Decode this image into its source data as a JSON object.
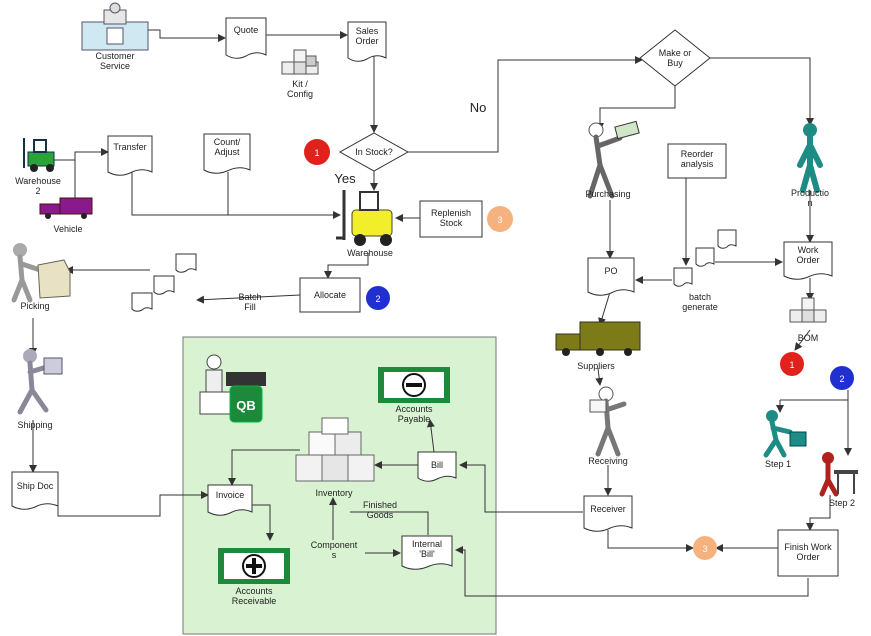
{
  "nodes": {
    "customer_service": "Customer\nService",
    "quote": "Quote",
    "sales_order": "Sales\nOrder",
    "kit_config": "Kit /\nConfig",
    "make_or_buy": "Make or\nBuy",
    "no_label": "No",
    "yes_label": "Yes",
    "in_stock": "In Stock?",
    "warehouse2": "Warehouse\n2",
    "vehicle": "Vehicle",
    "transfer": "Transfer",
    "count_adjust": "Count/\nAdjust",
    "warehouse": "Warehouse",
    "replenish_stock": "Replenish\nStock",
    "purchasing": "Purchasing",
    "reorder_analysis": "Reorder\nanalysis",
    "production": "Productio\nn",
    "picking": "Picking",
    "batch_fill": "Batch\nFill",
    "allocate": "Allocate",
    "po": "PO",
    "batch_generate": "batch\ngenerate",
    "work_order": "Work\nOrder",
    "bom": "BOM",
    "suppliers": "Suppliers",
    "shipping": "Shipping",
    "accounts_payable": "Accounts\nPayable",
    "receiving": "Receiving",
    "step1": "Step 1",
    "step2": "Step 2",
    "bill": "Bill",
    "inventory": "Inventory",
    "ship_doc": "Ship Doc",
    "invoice": "Invoice",
    "finished_goods": "Finished\nGoods",
    "receiver": "Receiver",
    "components": "Component\ns",
    "internal_bill": "Internal\n'Bill'",
    "finish_work_order": "Finish Work\nOrder",
    "accounts_receivable": "Accounts\nReceivable",
    "qb_logo": "QB"
  },
  "markers": {
    "m1_a": "1",
    "m2_a": "2",
    "m3_a": "3",
    "m1_b": "1",
    "m2_b": "2",
    "m3_b": "3"
  },
  "colors": {
    "marker_red": "#e0211c",
    "marker_blue": "#1f2fd0",
    "marker_orange": "#f5b27e",
    "accounting_panel": "#d9f3d2",
    "money_green": "#1c8a3a",
    "truck_olive": "#7d7a18",
    "forklift_yellow": "#f2ee2a",
    "vehicle_purple": "#8a1a8c",
    "forklift_green": "#2aa33a",
    "worker_teal": "#1d8c84",
    "worker_red": "#b0231c"
  }
}
